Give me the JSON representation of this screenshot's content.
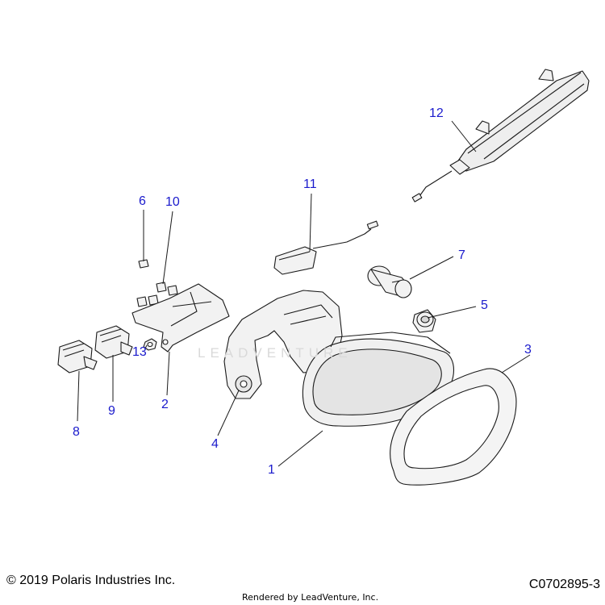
{
  "callouts": {
    "c1": "1",
    "c2": "2",
    "c3": "3",
    "c4": "4",
    "c5": "5",
    "c6": "6",
    "c7": "7",
    "c8": "8",
    "c9": "9",
    "c10": "10",
    "c11": "11",
    "c12": "12",
    "c13": "13"
  },
  "footer": {
    "copyright": "© 2019 Polaris Industries Inc.",
    "rendered_by": "Rendered by LeadVenture, Inc.",
    "code": "C0702895-3"
  },
  "watermark": "LEADVENTURE",
  "colors": {
    "callout": "#1a1acc",
    "line": "#1a1a1a",
    "part_fill": "#f2f2f2"
  }
}
